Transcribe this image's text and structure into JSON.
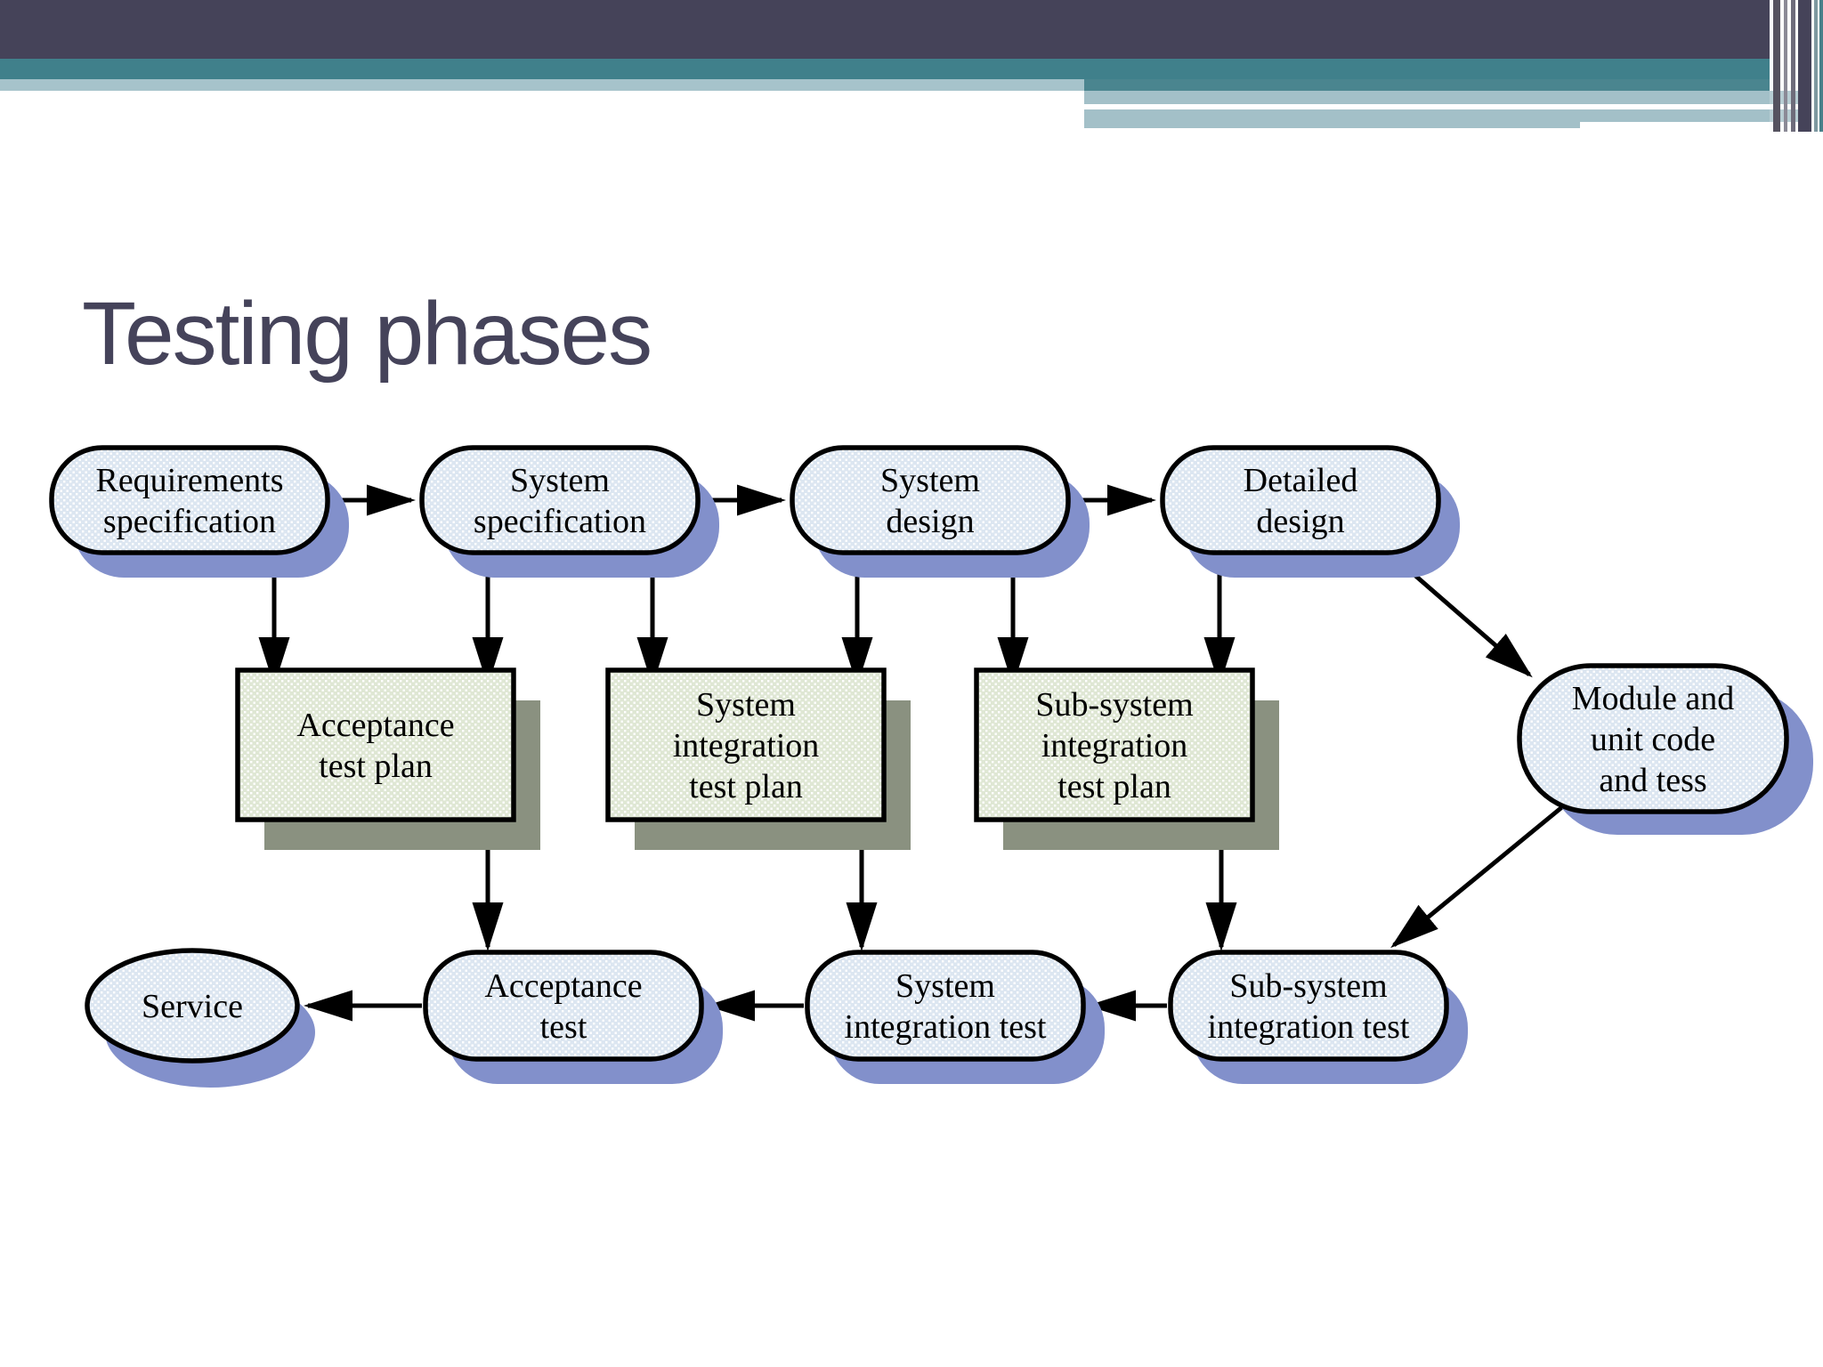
{
  "title": "Testing phases",
  "theme": {
    "header_dark": "#454359",
    "header_teal": "#40808B",
    "header_light_band": "#A6C3CB",
    "title_color": "#45435A",
    "stadium_fill": "#DCE6F1",
    "stadium_shadow": "#8290CB",
    "plan_box_fill": "#DFE7D4",
    "plan_box_shadow": "#8A9180",
    "outline_color": "#000000"
  },
  "diagram": {
    "nodes": {
      "requirements_specification": {
        "line1": "Requirements",
        "line2": "specification"
      },
      "system_specification": {
        "line1": "System",
        "line2": "specification"
      },
      "system_design": {
        "line1": "System",
        "line2": "design"
      },
      "detailed_design": {
        "line1": "Detailed",
        "line2": "design"
      },
      "acceptance_test_plan": {
        "line1": "Acceptance",
        "line2": "test plan"
      },
      "system_integration_test_plan": {
        "line1": "System",
        "line2": "integration",
        "line3": "test plan"
      },
      "subsystem_integration_test_plan": {
        "line1": "Sub-system",
        "line2": "integration",
        "line3": "test plan"
      },
      "module_unit_code": {
        "line1": "Module and",
        "line2": "unit code",
        "line3": "and tess"
      },
      "service": {
        "line1": "Service"
      },
      "acceptance_test": {
        "line1": "Acceptance",
        "line2": "test"
      },
      "system_integration_test": {
        "line1": "System",
        "line2": "integration test"
      },
      "subsystem_integration_test": {
        "line1": "Sub-system",
        "line2": "integration test"
      }
    },
    "edges": [
      {
        "from": "requirements_specification",
        "to": "system_specification"
      },
      {
        "from": "system_specification",
        "to": "system_design"
      },
      {
        "from": "system_design",
        "to": "detailed_design"
      },
      {
        "from": "requirements_specification",
        "to": "acceptance_test_plan"
      },
      {
        "from": "system_specification",
        "to": "acceptance_test_plan"
      },
      {
        "from": "system_specification",
        "to": "system_integration_test_plan"
      },
      {
        "from": "system_design",
        "to": "system_integration_test_plan"
      },
      {
        "from": "system_design",
        "to": "subsystem_integration_test_plan"
      },
      {
        "from": "detailed_design",
        "to": "subsystem_integration_test_plan"
      },
      {
        "from": "detailed_design",
        "to": "module_unit_code"
      },
      {
        "from": "acceptance_test_plan",
        "to": "acceptance_test"
      },
      {
        "from": "system_integration_test_plan",
        "to": "system_integration_test"
      },
      {
        "from": "subsystem_integration_test_plan",
        "to": "subsystem_integration_test"
      },
      {
        "from": "module_unit_code",
        "to": "subsystem_integration_test"
      },
      {
        "from": "subsystem_integration_test",
        "to": "system_integration_test"
      },
      {
        "from": "system_integration_test",
        "to": "acceptance_test"
      },
      {
        "from": "acceptance_test",
        "to": "service"
      }
    ]
  }
}
